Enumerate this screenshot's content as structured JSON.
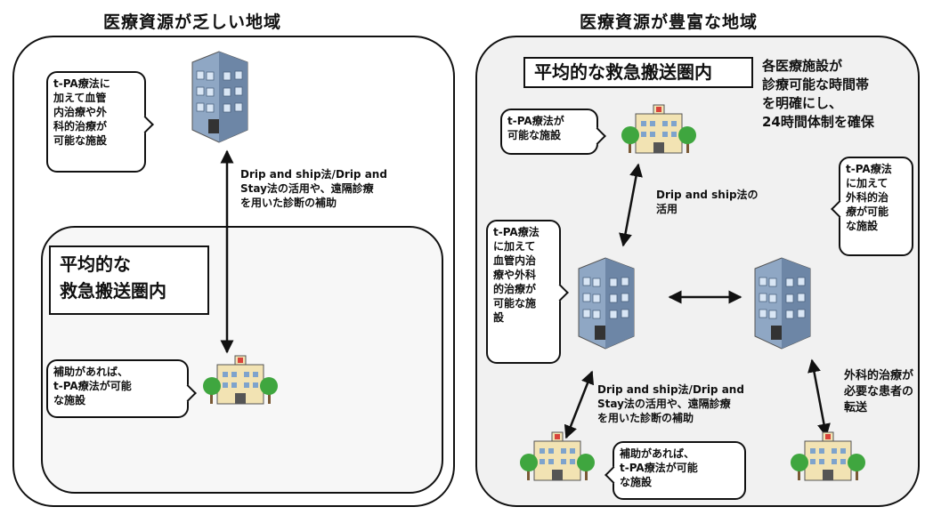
{
  "left": {
    "title": "医療資源が乏しい地域",
    "hospital_callout": "t-PA療法に\n加えて血管\n内治療や外\n科的治療が\n可能な施設",
    "link_label": "Drip and ship法/Drip and\nStay法の活用や、遠隔診療\nを用いた診断の補助",
    "area_label": "平均的な\n救急搬送圏内",
    "clinic_callout": "補助があれば、\nt-PA療法が可能\nな施設"
  },
  "right": {
    "title": "医療資源が豊富な地域",
    "area_label": "平均的な救急搬送圏内",
    "note": "各医療施設が\n診療可能な時間帯\nを明確にし、\n24時間体制を確保",
    "clinic_top_callout": "t-PA療法が\n可能な施設",
    "ship_label": "Drip and ship法の\n活用",
    "hospital_left_callout": "t-PA療法\nに加えて\n血管内治\n療や外科\n的治療が\n可能な施\n設",
    "hospital_right_callout": "t-PA療法\nに加えて\n外科的治\n療が可能\nな施設",
    "link_label": "Drip and ship法/Drip and\nStay法の活用や、遠隔診療\nを用いた診断の補助",
    "transfer_label": "外科的治療が\n必要な患者の\n転送",
    "clinic_bottom_callout": "補助があれば、\nt-PA療法が可能\nな施設"
  }
}
